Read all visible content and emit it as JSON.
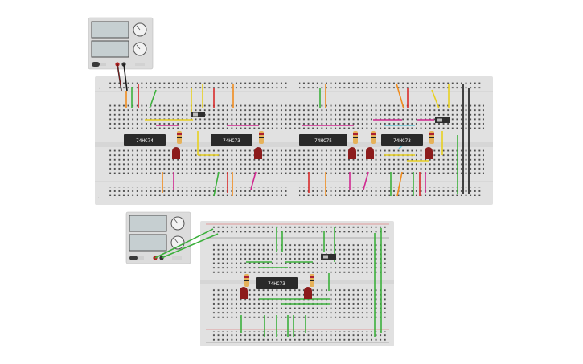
{
  "chips": [
    {
      "label": "74HC74"
    },
    {
      "label": "74HC73"
    },
    {
      "label": "74HC75"
    },
    {
      "label": "74HC73"
    },
    {
      "label": "74HC73"
    }
  ],
  "colors": {
    "board": "#e1e1e1",
    "hole": "#4a4a4a",
    "chip": "#2a2a2a",
    "led": "#8c1c1c",
    "wire_green": "#3cb03c",
    "wire_orange": "#f08c1e",
    "wire_red": "#d82a2a",
    "wire_yellow": "#e8d020",
    "wire_magenta": "#d02890",
    "wire_cyan": "#6cc8d8",
    "wire_black": "#1a1a1a"
  }
}
